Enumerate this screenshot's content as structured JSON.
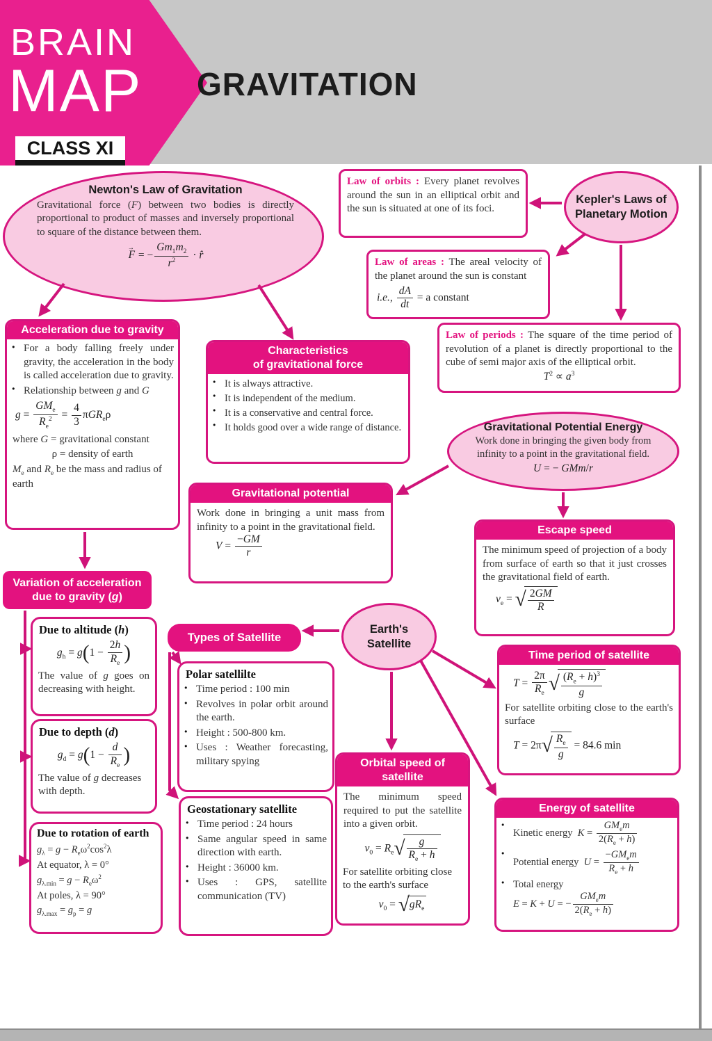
{
  "header": {
    "brand_line1": "BRAIN",
    "brand_line2": "MAP",
    "class_label": "CLASS XI",
    "title": "GRAVITATION"
  },
  "colors": {
    "primary_pink": "#e3127f",
    "border_pink": "#d6157f",
    "arrow_pink": "#cf1379",
    "light_pink_fill": "#f9cbe2",
    "gray_band": "#c7c7c7"
  },
  "nodes": {
    "newton": {
      "title": "Newton's Law of Gravitation",
      "body": "Gravitational force (<i>F</i>) between two bodies is directly proportional to product of masses and inversely proportional to square of the distance between them.",
      "formula": "<span class='vec'><i>F</i></span> = −<span class='frac'><span class='n'><i>Gm</i><sub>1</sub><i>m</i><sub>2</sub></span><span class='d'><i>r</i><sup>2</sup></span></span> · <i>r̂</i>"
    },
    "law_orbits": {
      "label": "Law of orbits :",
      "body": "Every planet revolves around the sun in an elliptical orbit and the sun is situated at one of its foci."
    },
    "kepler": {
      "line1": "Kepler's Laws of",
      "line2": "Planetary Motion"
    },
    "law_areas": {
      "label": "Law of areas :",
      "body": "The areal velocity of the planet around the sun is constant",
      "formula": "<i>i.e.,</i> <span class='frac'><span class='n'><i>dA</i></span><span class='d'><i>dt</i></span></span> = a constant"
    },
    "law_periods": {
      "label": "Law of periods :",
      "body": "The square of the time period of revolution of a planet is directly proportional to the cube of semi major axis of the elliptical orbit.",
      "formula": "<i>T</i><sup>2</sup> ∝ <i>a</i><sup>3</sup>"
    },
    "accel": {
      "title": "Acceleration due to gravity",
      "bullet1": "For a body falling freely under gravity, the acceleration in the body is called acceleration due to gravity.",
      "bullet2": "Relationship between <i>g</i> and <i>G</i>",
      "formula": "<i>g</i> = <span class='frac'><span class='n'><i>GM</i><sub>e</sub></span><span class='d'><i>R</i><sub>e</sub><sup>2</sup></span></span> = <span class='frac'><span class='n'>4</span><span class='d'>3</span></span>π<i>GR</i><sub>e</sub>ρ",
      "note1": "where <i>G</i> = gravitational constant",
      "note2": "ρ = density of earth",
      "note3": "<i>M</i><sub>e</sub> and <i>R</i><sub>e</sub> be the mass and radius of earth"
    },
    "characteristics": {
      "title_line1": "Characteristics",
      "title_line2": "of gravitational force",
      "bullets": [
        "It is always attractive.",
        "It is independent of the medium.",
        "It is a conservative and central force.",
        "It holds good over a wide range of distance."
      ]
    },
    "gpe": {
      "title": "Gravitational Potential Energy",
      "body": "Work done in bringing the given body from infinity to a point in the gravitational field.",
      "formula": "<i>U</i> = − <i>GMm</i>/<i>r</i>"
    },
    "gpot": {
      "title": "Gravitational potential",
      "body": "Work done in bringing a unit mass from infinity to a point in the gravitational field.",
      "formula": "<i>V</i> = <span class='frac'><span class='n'>−<i>GM</i></span><span class='d'><i>r</i></span></span>"
    },
    "escape": {
      "title": "Escape speed",
      "body": "The minimum speed of projection of a body from surface of earth so that it just crosses the gravitational field of earth.",
      "formula": "<i>v</i><sub>e</sub> = <span class='sqrt'><span class='rad'><span class='frac'><span class='n'>2<i>GM</i></span><span class='d'><i>R</i></span></span></span></span>"
    },
    "variation": {
      "line1": "Variation of acceleration",
      "line2": "due to gravity (<i>g</i>)"
    },
    "altitude": {
      "title": "Due to altitude (<i>h</i>)",
      "formula": "<i>g</i><sub>h</sub> = <i>g</i><span class='bp'>(</span>1 − <span class='frac'><span class='n'>2<i>h</i></span><span class='d'><i>R</i><sub>e</sub></span></span><span class='bp'>)</span>",
      "body": "The value of <i>g</i> goes on decreasing with height."
    },
    "depth": {
      "title": "Due to depth (<i>d</i>)",
      "formula": "<i>g</i><sub>d</sub> = <i>g</i><span class='bp'>(</span>1 − <span class='frac'><span class='n'><i>d</i></span><span class='d'><i>R</i><sub>e</sub></span></span><span class='bp'>)</span>",
      "body": "The value of <i>g</i> decreases with depth."
    },
    "rotation": {
      "title": "Due to rotation of earth",
      "line1": "<i>g</i><sub>λ</sub> = <i>g</i> − <i>R</i><sub>e</sub>ω<sup>2</sup>cos<sup>2</sup>λ",
      "line2": "At equator, λ = 0°",
      "line3": "<i>g</i><sub>λ.min</sub> = <i>g</i> − <i>R</i><sub>e</sub>ω<sup>2</sup>",
      "line4": "At poles, λ = 90°",
      "line5": "<i>g</i><sub>λ.max</sub> = <i>g</i><sub>p</sub> = <i>g</i>"
    },
    "types": {
      "title": "Types of Satellite"
    },
    "earthsat": {
      "line1": "Earth's",
      "line2": "Satellite"
    },
    "polar": {
      "title": "Polar satellilte",
      "bullets": [
        "Time period : 100 min",
        "Revolves in polar orbit around the earth.",
        "Height : 500-800 km.",
        "Uses : Weather forecasting, military spying"
      ]
    },
    "geo": {
      "title": "Geostationary satellite",
      "bullets": [
        "Time period : 24 hours",
        "Same angular speed in same direction with earth.",
        "Height : 36000 km.",
        "Uses : GPS, satellite communication (TV)"
      ]
    },
    "orbital": {
      "title_line1": "Orbital speed of",
      "title_line2": "satellite",
      "body": "The minimum speed required to put the satellite into a given orbit.",
      "formula1": "<i>v</i><sub>0</sub> = <i>R</i><sub>e</sub><span class='sqrt'><span class='rad'><span class='frac'><span class='n'><i>g</i></span><span class='d'><i>R</i><sub>e</sub> + <i>h</i></span></span></span></span>",
      "note": "For satellite orbiting close to the earth's surface",
      "formula2": "<i>v</i><sub>0</sub> = <span class='sqrt'><span class='rad'><i>gR</i><sub>e</sub></span></span>"
    },
    "period_sat": {
      "title": "Time period of satellite",
      "formula1": "<i>T</i> = <span class='frac'><span class='n'>2π</span><span class='d'><i>R</i><sub>e</sub></span></span><span class='sqrt'><span class='rad'><span class='frac'><span class='n'>(<i>R</i><sub>e</sub> + <i>h</i>)<sup>3</sup></span><span class='d'><i>g</i></span></span></span></span>",
      "note": "For satellite orbiting close to the earth's surface",
      "formula2": "<i>T</i> = 2π<span class='sqrt'><span class='rad'><span class='frac'><span class='n'><i>R</i><sub>e</sub></span><span class='d'><i>g</i></span></span></span></span> = 84.6 min"
    },
    "energy": {
      "title": "Energy of satellite",
      "rows": [
        "Kinetic energy&nbsp; <i>K</i> = <span class='frac'><span class='n'><i>GM</i><sub>e</sub><i>m</i></span><span class='d'>2(<i>R</i><sub>e</sub> + <i>h</i>)</span></span>",
        "Potential energy&nbsp; <i>U</i> = <span class='frac'><span class='n'>−<i>GM</i><sub>e</sub><i>m</i></span><span class='d'><i>R</i><sub>e</sub> + <i>h</i></span></span>",
        "Total energy<br><i>E</i> = <i>K</i> + <i>U</i> = −<span class='frac'><span class='n'><i>GM</i><sub>e</sub><i>m</i></span><span class='d'>2(<i>R</i><sub>e</sub> + <i>h</i>)</span></span>"
      ]
    }
  }
}
